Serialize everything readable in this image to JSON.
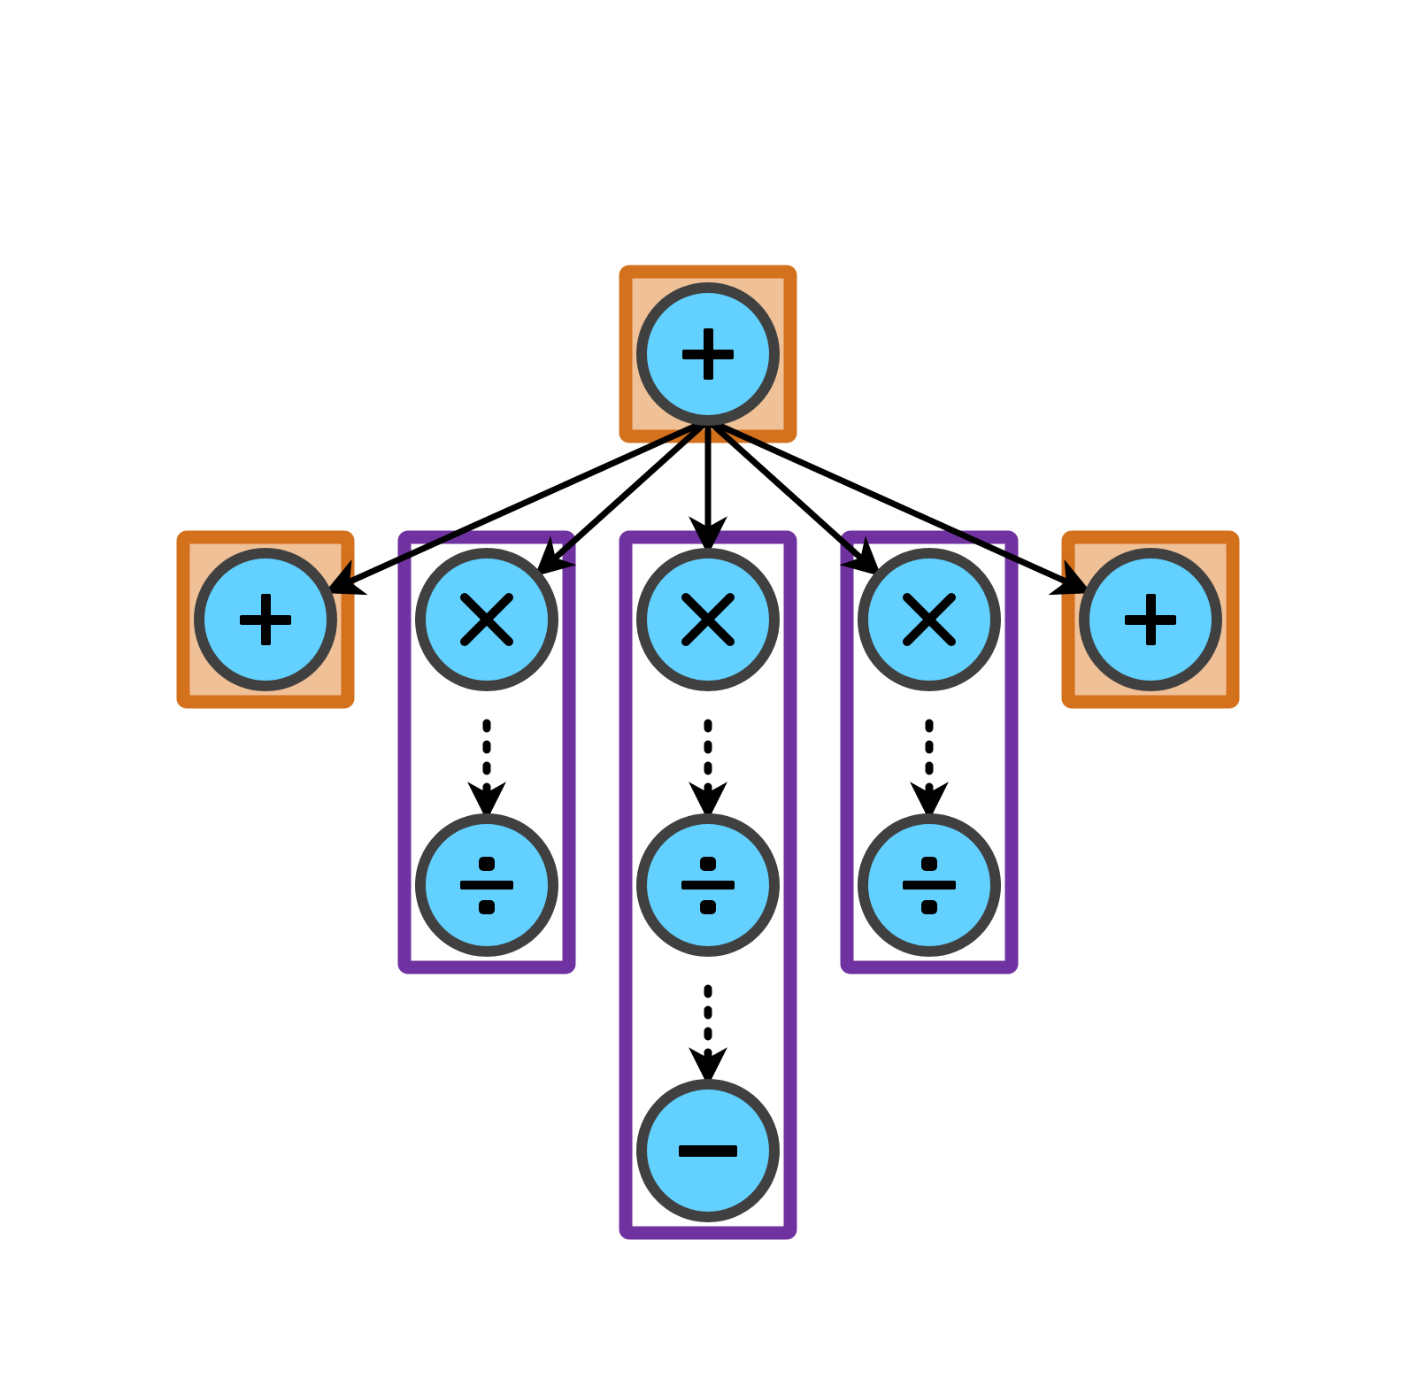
{
  "colors": {
    "orange_border": "#D4711C",
    "orange_fill": "#F0C097",
    "purple_border": "#7032A0",
    "node_fill": "#62D1FF",
    "node_border": "#404040",
    "arrow": "#000000",
    "background": "#FFFFFF"
  },
  "nodes": [
    {
      "id": "root",
      "op": "plus",
      "symbol": "+"
    },
    {
      "id": "left-plus",
      "op": "plus",
      "symbol": "+"
    },
    {
      "id": "col1-times",
      "op": "times",
      "symbol": "×"
    },
    {
      "id": "col1-divide",
      "op": "divide",
      "symbol": "÷"
    },
    {
      "id": "col2-times",
      "op": "times",
      "symbol": "×"
    },
    {
      "id": "col2-divide",
      "op": "divide",
      "symbol": "÷"
    },
    {
      "id": "col2-minus",
      "op": "minus",
      "symbol": "−"
    },
    {
      "id": "col3-times",
      "op": "times",
      "symbol": "×"
    },
    {
      "id": "col3-divide",
      "op": "divide",
      "symbol": "÷"
    },
    {
      "id": "right-plus",
      "op": "plus",
      "symbol": "+"
    }
  ],
  "groups": [
    {
      "id": "root-box",
      "style": "orange",
      "members": [
        "root"
      ]
    },
    {
      "id": "left-box",
      "style": "orange",
      "members": [
        "left-plus"
      ]
    },
    {
      "id": "col1-box",
      "style": "purple",
      "members": [
        "col1-times",
        "col1-divide"
      ]
    },
    {
      "id": "col2-box",
      "style": "purple",
      "members": [
        "col2-times",
        "col2-divide",
        "col2-minus"
      ]
    },
    {
      "id": "col3-box",
      "style": "purple",
      "members": [
        "col3-times",
        "col3-divide"
      ]
    },
    {
      "id": "right-box",
      "style": "orange",
      "members": [
        "right-plus"
      ]
    }
  ],
  "edges": [
    {
      "from": "root",
      "to": "left-plus",
      "style": "solid"
    },
    {
      "from": "root",
      "to": "col1-times",
      "style": "solid"
    },
    {
      "from": "root",
      "to": "col2-times",
      "style": "solid"
    },
    {
      "from": "root",
      "to": "col3-times",
      "style": "solid"
    },
    {
      "from": "root",
      "to": "right-plus",
      "style": "solid"
    },
    {
      "from": "col1-times",
      "to": "col1-divide",
      "style": "dashed"
    },
    {
      "from": "col2-times",
      "to": "col2-divide",
      "style": "dashed"
    },
    {
      "from": "col2-divide",
      "to": "col2-minus",
      "style": "dashed"
    },
    {
      "from": "col3-times",
      "to": "col3-divide",
      "style": "dashed"
    }
  ]
}
